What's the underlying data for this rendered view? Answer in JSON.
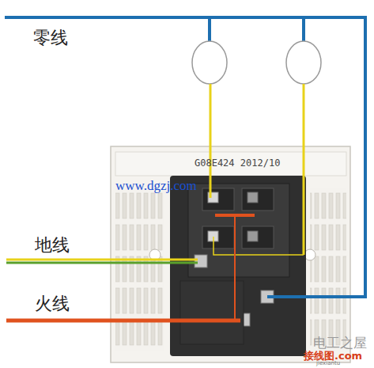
{
  "diagram": {
    "labels": [
      "零线",
      "G08E424 2012/10",
      "www.dgzj.com",
      "地线",
      "火线",
      "电工之屋",
      "接线图.com",
      "jiexiantu"
    ]
  }
}
